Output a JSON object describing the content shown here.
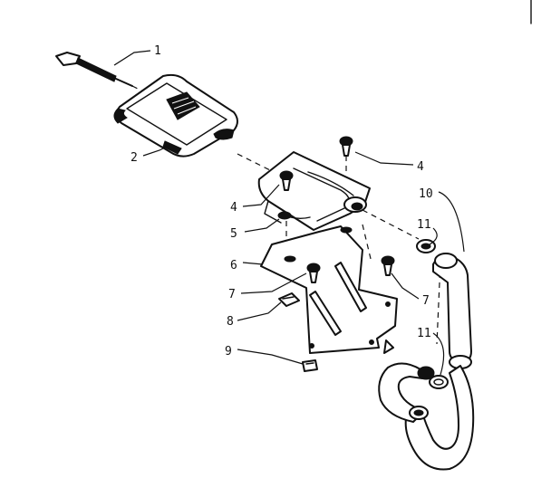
{
  "callouts": [
    {
      "id": "c1",
      "text": "1"
    },
    {
      "id": "c2",
      "text": "2"
    },
    {
      "id": "c4a",
      "text": "4"
    },
    {
      "id": "c4b",
      "text": "4"
    },
    {
      "id": "c5",
      "text": "5"
    },
    {
      "id": "c6",
      "text": "6"
    },
    {
      "id": "c7a",
      "text": "7"
    },
    {
      "id": "c7b",
      "text": "7"
    },
    {
      "id": "c8",
      "text": "8"
    },
    {
      "id": "c9",
      "text": "9"
    },
    {
      "id": "c10",
      "text": "10"
    },
    {
      "id": "c11a",
      "text": "11"
    },
    {
      "id": "c11b",
      "text": "11"
    }
  ],
  "colors": {
    "ink": "#111111",
    "paper": "#ffffff"
  }
}
